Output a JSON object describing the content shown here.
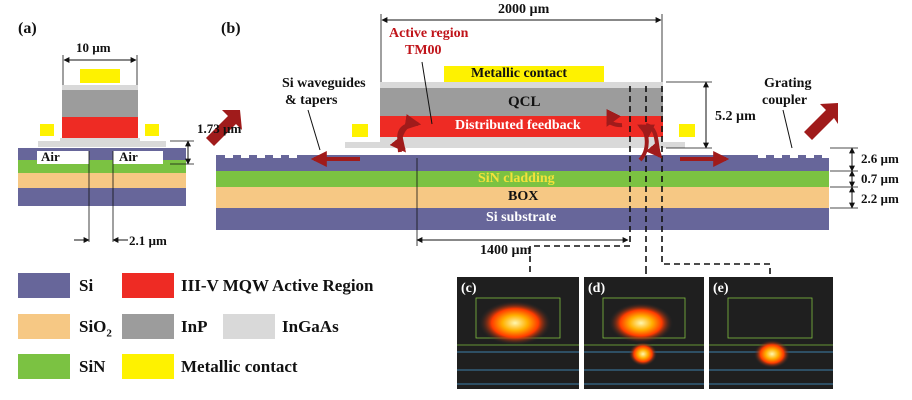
{
  "panels": {
    "a": "(a)",
    "b": "(b)",
    "c": "(c)",
    "d": "(d)",
    "e": "(e)"
  },
  "dims": {
    "width_10": "10 µm",
    "h_173": "1.73 µm",
    "w_21": "2.1 µm",
    "w_2000": "2000 µm",
    "h_52": "5.2 µm",
    "h_26": "2.6 µm",
    "h_07": "0.7 µm",
    "h_22": "2.2 µm",
    "w_1400": "1400 µm"
  },
  "labels": {
    "air1": "Air",
    "air2": "Air",
    "active_region": "Active region",
    "tm00": "TM00",
    "metallic_contact": "Metallic contact",
    "qcl": "QCL",
    "distributed_feedback": "Distributed feedback",
    "si_waveguides_1": "Si waveguides",
    "si_waveguides_2": "& tapers",
    "grating_1": "Grating",
    "grating_2": "coupler",
    "sin_cladding": "SiN cladding",
    "box": "BOX",
    "si_substrate": "Si substrate"
  },
  "legend": [
    {
      "label": "Si",
      "color": "#67669a"
    },
    {
      "label": "III-V MQW Active Region",
      "color": "#ee2b24"
    },
    {
      "label": "SiO",
      "sub": "2",
      "color": "#f6c884"
    },
    {
      "label": "InP",
      "color": "#9c9c9c"
    },
    {
      "label": "InGaAs",
      "color": "#d9d9d9"
    },
    {
      "label": "SiN",
      "color": "#7bc242"
    },
    {
      "label": "Metallic contact",
      "color": "#fef200"
    }
  ],
  "colors": {
    "si": "#67669a",
    "sio2": "#f6c884",
    "sin": "#7bc242",
    "active": "#ee2b24",
    "inp": "#9c9c9c",
    "ingaas": "#d9d9d9",
    "metal": "#fef200",
    "arrow": "#a01b1b"
  }
}
